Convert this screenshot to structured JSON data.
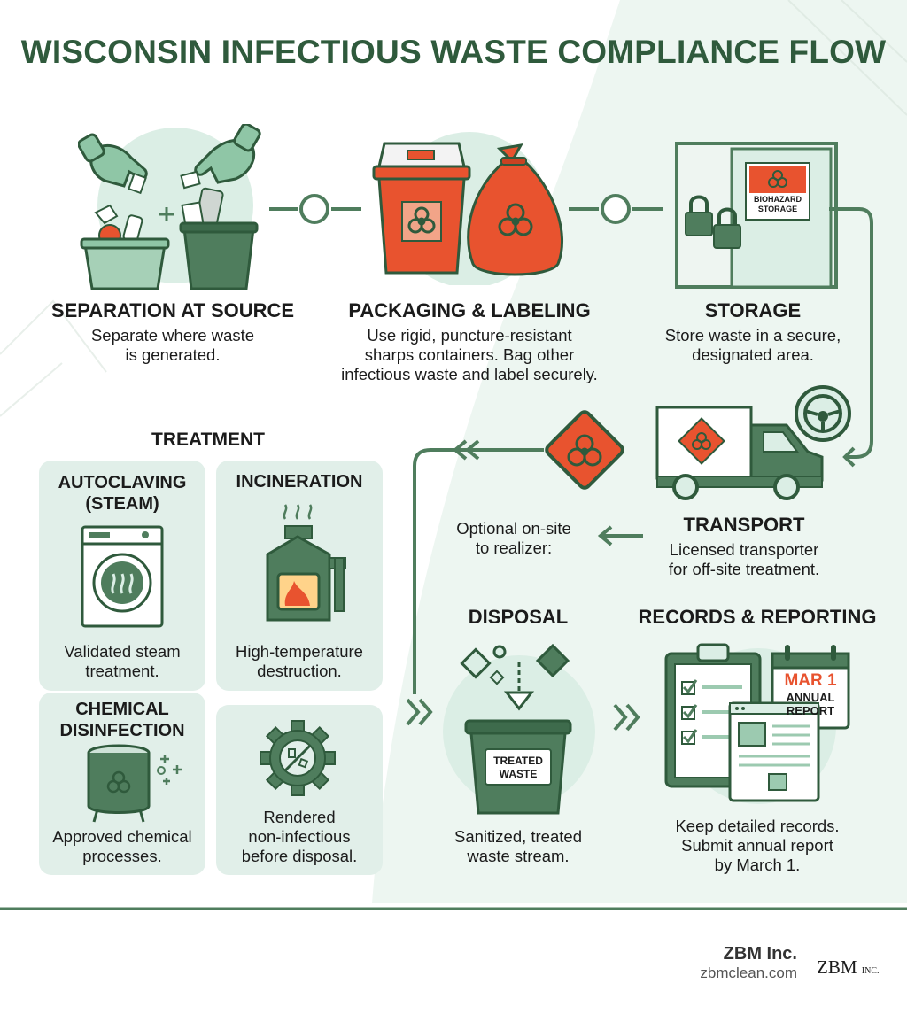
{
  "title": "WISCONSIN INFECTIOUS WASTE COMPLIANCE FLOW",
  "steps": {
    "separation": {
      "heading": "SEPARATION AT SOURCE",
      "desc": [
        "Separate where waste",
        "is generated."
      ]
    },
    "packaging": {
      "heading": "PACKAGING & LABELING",
      "desc": [
        "Use rigid, puncture-resistant",
        "sharps containers. Bag other",
        "infectious waste and label securely."
      ]
    },
    "storage": {
      "heading": "STORAGE",
      "desc": [
        "Store waste in a secure,",
        "designated area."
      ],
      "sign_line1": "BIOHAZARD",
      "sign_line2": "STORAGE"
    },
    "transport": {
      "heading": "TRANSPORT",
      "desc": [
        "Licensed transporter",
        "for off-site treatment."
      ]
    },
    "optional": {
      "desc": [
        "Optional on-site",
        "to realizer:"
      ]
    },
    "disposal": {
      "heading": "DISPOSAL",
      "desc": [
        "Sanitized, treated",
        "waste stream."
      ],
      "bin_line1": "TREATED",
      "bin_line2": "WASTE"
    },
    "records": {
      "heading": "RECORDS & REPORTING",
      "desc": [
        "Keep detailed records.",
        "Submit annual report",
        "by March 1."
      ],
      "calendar_date": "MAR 1",
      "calendar_line1": "ANNUAL",
      "calendar_line2": "REPORT"
    }
  },
  "treatment": {
    "heading": "TREATMENT",
    "autoclaving": {
      "heading": [
        "AUTOCLAVING",
        "(STEAM)"
      ],
      "desc": [
        "Validated steam",
        "treatment."
      ]
    },
    "incineration": {
      "heading": "INCINERATION",
      "desc": [
        "High-temperature",
        "destruction."
      ]
    },
    "chemical": {
      "heading": [
        "CHEMICAL",
        "DISINFECTION"
      ],
      "desc": [
        "Approved chemical",
        "processes."
      ]
    },
    "rendered": {
      "desc": [
        "Rendered",
        "non-infectious",
        "before disposal."
      ]
    }
  },
  "footer": {
    "company": "ZBM Inc.",
    "url": "zbmclean.com",
    "logo_main": "ZBM",
    "logo_small": "INC."
  },
  "colors": {
    "green_dark": "#2f5a3c",
    "green_mid": "#4f7d5d",
    "green_light": "#dbeee5",
    "orange": "#e8532f",
    "card": "#e1efe9"
  }
}
